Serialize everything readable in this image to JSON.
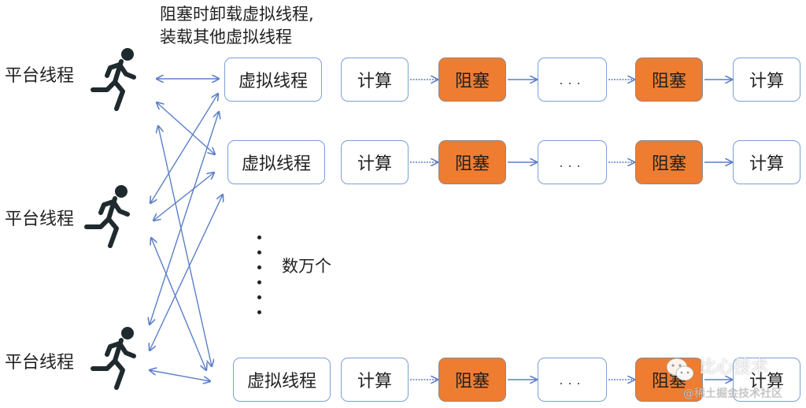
{
  "caption": {
    "line1": "阻塞时卸载虚拟线程,",
    "line2": "装载其他虚拟线程"
  },
  "platform_threads": [
    {
      "label": "平台线程",
      "icon": "running-person-icon"
    },
    {
      "label": "平台线程",
      "icon": "running-person-icon"
    },
    {
      "label": "平台线程",
      "icon": "running-person-icon"
    }
  ],
  "virtual_rows": [
    {
      "vthread": "虚拟线程",
      "steps": [
        "计算",
        "阻塞",
        "...",
        "阻塞",
        "计算"
      ]
    },
    {
      "vthread": "虚拟线程",
      "steps": [
        "计算",
        "阻塞",
        "...",
        "阻塞",
        "计算"
      ]
    },
    {
      "vthread": "虚拟线程",
      "steps": [
        "计算",
        "阻塞",
        "...",
        "阻塞",
        "计算"
      ]
    }
  ],
  "step_types": [
    "compute",
    "block",
    "ellipsis",
    "block",
    "compute"
  ],
  "step_connectors": [
    "dotted",
    "solid",
    "dotted",
    "solid"
  ],
  "many_label": "数万个",
  "colors": {
    "block_fill": "#ee7d31",
    "box_border": "#7b9fd4",
    "arrow": "#5b7fc8",
    "runner": "#1f2a2e"
  },
  "watermark": {
    "brand": "比心技术",
    "source": "@稀土掘金技术社区",
    "icon": "wechat-icon"
  }
}
